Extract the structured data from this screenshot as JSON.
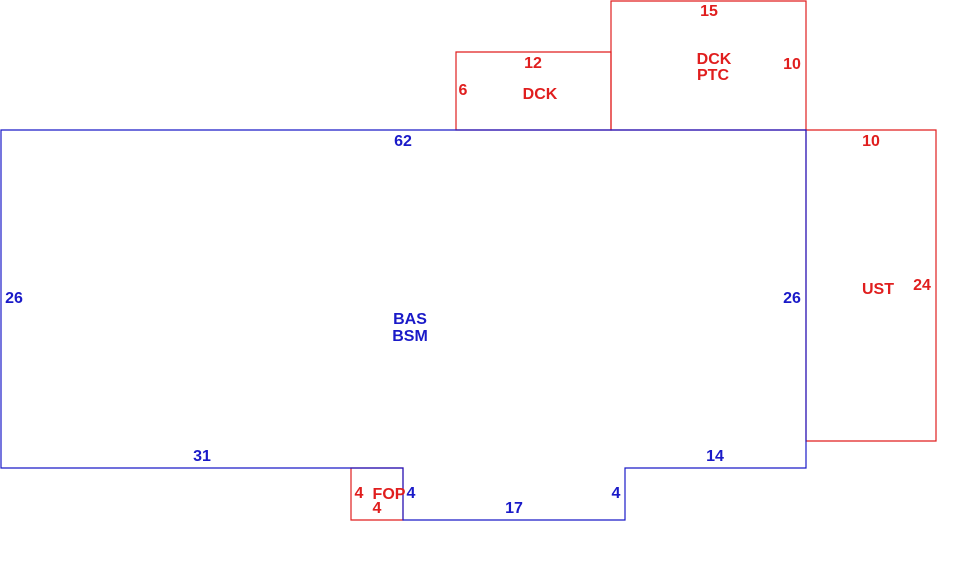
{
  "colors": {
    "base": "#1a1ac8",
    "addition": "#e01e1e"
  },
  "main_area": {
    "codes": [
      "BAS",
      "BSM"
    ],
    "dimensions": {
      "top": "62",
      "left": "26",
      "right": "26",
      "bottom_left": "31",
      "bottom_right": "14",
      "bump_left": "4",
      "bump_bottom": "17",
      "bump_right": "4"
    }
  },
  "deck_small": {
    "code": "DCK",
    "dimensions": {
      "top": "12",
      "left": "6"
    }
  },
  "deck_large": {
    "codes": [
      "DCK",
      "PTC"
    ],
    "dimensions": {
      "top": "15",
      "right": "10"
    }
  },
  "storage": {
    "code": "UST",
    "dimensions": {
      "top": "10",
      "right": "24"
    }
  },
  "porch": {
    "code": "FOP",
    "dimensions": {
      "left": "4",
      "bottom": "4"
    }
  }
}
